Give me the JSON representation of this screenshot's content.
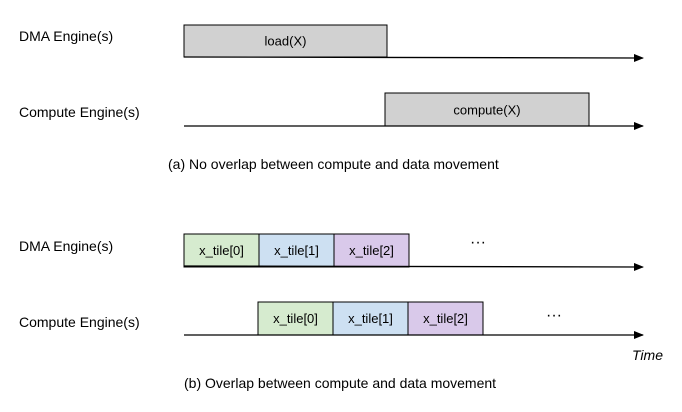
{
  "colors": {
    "gray": "#d1d1d1",
    "green": "#d6ebcf",
    "blue": "#cde0f2",
    "purple": "#d9c9ea",
    "axis": "#000000"
  },
  "part_a": {
    "lanes": [
      {
        "label": "DMA Engine(s)",
        "blocks": [
          {
            "label": "load(X)",
            "color": "gray"
          }
        ]
      },
      {
        "label": "Compute Engine(s)",
        "blocks": [
          {
            "label": "compute(X)",
            "color": "gray"
          }
        ]
      }
    ],
    "caption": "(a) No overlap between compute and data movement"
  },
  "part_b": {
    "lanes": [
      {
        "label": "DMA Engine(s)",
        "blocks": [
          {
            "label": "x_tile[0]",
            "color": "green"
          },
          {
            "label": "x_tile[1]",
            "color": "blue"
          },
          {
            "label": "x_tile[2]",
            "color": "purple"
          }
        ],
        "ellipsis": "···"
      },
      {
        "label": "Compute Engine(s)",
        "blocks": [
          {
            "label": "x_tile[0]",
            "color": "green"
          },
          {
            "label": "x_tile[1]",
            "color": "blue"
          },
          {
            "label": "x_tile[2]",
            "color": "purple"
          }
        ],
        "ellipsis": "···"
      }
    ],
    "time_label": "Time",
    "caption": "(b) Overlap between compute and data movement"
  }
}
